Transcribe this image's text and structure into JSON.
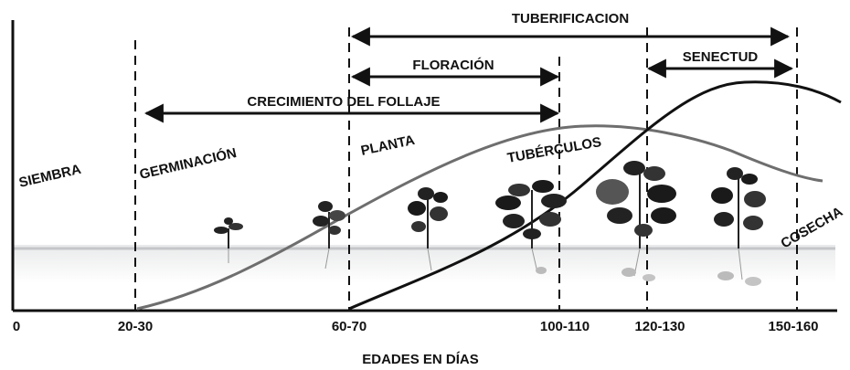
{
  "phases": [
    {
      "id": "tuberificacion",
      "label": "TUBERIFICACION"
    },
    {
      "id": "floracion",
      "label": "FLORACIÓN"
    },
    {
      "id": "senectud",
      "label": "SENECTUD"
    },
    {
      "id": "crecimiento",
      "label": "CRECIMIENTO DEL FOLLAJE"
    }
  ],
  "stages": [
    {
      "id": "siembra",
      "label": "SIEMBRA"
    },
    {
      "id": "germinacion",
      "label": "GERMINACIÓN"
    },
    {
      "id": "planta",
      "label": "PLANTA"
    },
    {
      "id": "tuberculos",
      "label": "TUBÉRCULOS"
    },
    {
      "id": "cosecha",
      "label": "COSECHA"
    }
  ],
  "axis": {
    "ticks": [
      "0",
      "20-30",
      "60-70",
      "100-110",
      "120-130",
      "150-160"
    ],
    "title": "EDADES EN DÍAS"
  },
  "colors": {
    "plant_curve": "#6e6e6e",
    "tuber_curve": "#111111",
    "soil": "#d9dadb"
  }
}
